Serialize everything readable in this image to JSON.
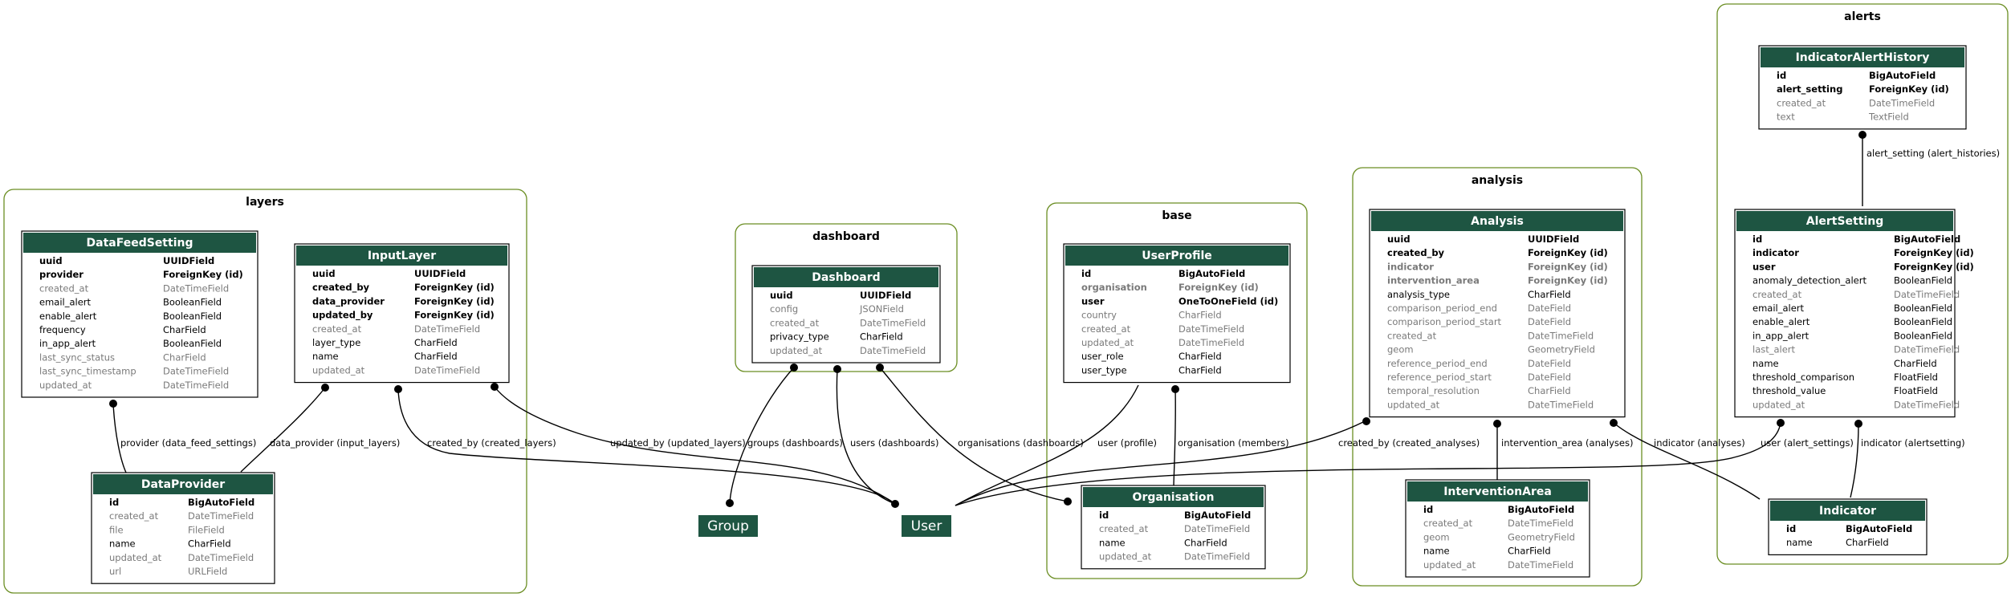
{
  "clusters": [
    {
      "title": "layers"
    },
    {
      "title": "dashboard"
    },
    {
      "title": "base"
    },
    {
      "title": "analysis"
    },
    {
      "title": "alerts"
    }
  ],
  "models": {
    "datafeedsetting": {
      "name": "DataFeedSetting",
      "fields": [
        {
          "n": "uuid",
          "t": "UUIDField",
          "s": "bold"
        },
        {
          "n": "provider",
          "t": "ForeignKey (id)",
          "s": "bold"
        },
        {
          "n": "created_at",
          "t": "DateTimeField",
          "s": "grey"
        },
        {
          "n": "email_alert",
          "t": "BooleanField",
          "s": "norm"
        },
        {
          "n": "enable_alert",
          "t": "BooleanField",
          "s": "norm"
        },
        {
          "n": "frequency",
          "t": "CharField",
          "s": "norm"
        },
        {
          "n": "in_app_alert",
          "t": "BooleanField",
          "s": "norm"
        },
        {
          "n": "last_sync_status",
          "t": "CharField",
          "s": "grey"
        },
        {
          "n": "last_sync_timestamp",
          "t": "DateTimeField",
          "s": "grey"
        },
        {
          "n": "updated_at",
          "t": "DateTimeField",
          "s": "grey"
        }
      ]
    },
    "inputlayer": {
      "name": "InputLayer",
      "fields": [
        {
          "n": "uuid",
          "t": "UUIDField",
          "s": "bold"
        },
        {
          "n": "created_by",
          "t": "ForeignKey (id)",
          "s": "bold"
        },
        {
          "n": "data_provider",
          "t": "ForeignKey (id)",
          "s": "bold"
        },
        {
          "n": "updated_by",
          "t": "ForeignKey (id)",
          "s": "bold"
        },
        {
          "n": "created_at",
          "t": "DateTimeField",
          "s": "grey"
        },
        {
          "n": "layer_type",
          "t": "CharField",
          "s": "norm"
        },
        {
          "n": "name",
          "t": "CharField",
          "s": "norm"
        },
        {
          "n": "updated_at",
          "t": "DateTimeField",
          "s": "grey"
        }
      ]
    },
    "dataprovider": {
      "name": "DataProvider",
      "fields": [
        {
          "n": "id",
          "t": "BigAutoField",
          "s": "bold"
        },
        {
          "n": "created_at",
          "t": "DateTimeField",
          "s": "grey"
        },
        {
          "n": "file",
          "t": "FileField",
          "s": "grey"
        },
        {
          "n": "name",
          "t": "CharField",
          "s": "norm"
        },
        {
          "n": "updated_at",
          "t": "DateTimeField",
          "s": "grey"
        },
        {
          "n": "url",
          "t": "URLField",
          "s": "grey"
        }
      ]
    },
    "dashboard": {
      "name": "Dashboard",
      "fields": [
        {
          "n": "uuid",
          "t": "UUIDField",
          "s": "bold"
        },
        {
          "n": "config",
          "t": "JSONField",
          "s": "grey"
        },
        {
          "n": "created_at",
          "t": "DateTimeField",
          "s": "grey"
        },
        {
          "n": "privacy_type",
          "t": "CharField",
          "s": "norm"
        },
        {
          "n": "updated_at",
          "t": "DateTimeField",
          "s": "grey"
        }
      ]
    },
    "userprofile": {
      "name": "UserProfile",
      "fields": [
        {
          "n": "id",
          "t": "BigAutoField",
          "s": "bold"
        },
        {
          "n": "organisation",
          "t": "ForeignKey (id)",
          "s": "greybold"
        },
        {
          "n": "user",
          "t": "OneToOneField (id)",
          "s": "bold"
        },
        {
          "n": "country",
          "t": "CharField",
          "s": "grey"
        },
        {
          "n": "created_at",
          "t": "DateTimeField",
          "s": "grey"
        },
        {
          "n": "updated_at",
          "t": "DateTimeField",
          "s": "grey"
        },
        {
          "n": "user_role",
          "t": "CharField",
          "s": "norm"
        },
        {
          "n": "user_type",
          "t": "CharField",
          "s": "norm"
        }
      ]
    },
    "organisation": {
      "name": "Organisation",
      "fields": [
        {
          "n": "id",
          "t": "BigAutoField",
          "s": "bold"
        },
        {
          "n": "created_at",
          "t": "DateTimeField",
          "s": "grey"
        },
        {
          "n": "name",
          "t": "CharField",
          "s": "norm"
        },
        {
          "n": "updated_at",
          "t": "DateTimeField",
          "s": "grey"
        }
      ]
    },
    "analysis": {
      "name": "Analysis",
      "fields": [
        {
          "n": "uuid",
          "t": "UUIDField",
          "s": "bold"
        },
        {
          "n": "created_by",
          "t": "ForeignKey (id)",
          "s": "bold"
        },
        {
          "n": "indicator",
          "t": "ForeignKey (id)",
          "s": "greybold"
        },
        {
          "n": "intervention_area",
          "t": "ForeignKey (id)",
          "s": "greybold"
        },
        {
          "n": "analysis_type",
          "t": "CharField",
          "s": "norm"
        },
        {
          "n": "comparison_period_end",
          "t": "DateField",
          "s": "grey"
        },
        {
          "n": "comparison_period_start",
          "t": "DateField",
          "s": "grey"
        },
        {
          "n": "created_at",
          "t": "DateTimeField",
          "s": "grey"
        },
        {
          "n": "geom",
          "t": "GeometryField",
          "s": "grey"
        },
        {
          "n": "reference_period_end",
          "t": "DateField",
          "s": "grey"
        },
        {
          "n": "reference_period_start",
          "t": "DateField",
          "s": "grey"
        },
        {
          "n": "temporal_resolution",
          "t": "CharField",
          "s": "grey"
        },
        {
          "n": "updated_at",
          "t": "DateTimeField",
          "s": "grey"
        }
      ]
    },
    "interventionarea": {
      "name": "InterventionArea",
      "fields": [
        {
          "n": "id",
          "t": "BigAutoField",
          "s": "bold"
        },
        {
          "n": "created_at",
          "t": "DateTimeField",
          "s": "grey"
        },
        {
          "n": "geom",
          "t": "GeometryField",
          "s": "grey"
        },
        {
          "n": "name",
          "t": "CharField",
          "s": "norm"
        },
        {
          "n": "updated_at",
          "t": "DateTimeField",
          "s": "grey"
        }
      ]
    },
    "indicatoralerthistory": {
      "name": "IndicatorAlertHistory",
      "fields": [
        {
          "n": "id",
          "t": "BigAutoField",
          "s": "bold"
        },
        {
          "n": "alert_setting",
          "t": "ForeignKey (id)",
          "s": "bold"
        },
        {
          "n": "created_at",
          "t": "DateTimeField",
          "s": "grey"
        },
        {
          "n": "text",
          "t": "TextField",
          "s": "grey"
        }
      ]
    },
    "alertsetting": {
      "name": "AlertSetting",
      "fields": [
        {
          "n": "id",
          "t": "BigAutoField",
          "s": "bold"
        },
        {
          "n": "indicator",
          "t": "ForeignKey (id)",
          "s": "bold"
        },
        {
          "n": "user",
          "t": "ForeignKey (id)",
          "s": "bold"
        },
        {
          "n": "anomaly_detection_alert",
          "t": "BooleanField",
          "s": "norm"
        },
        {
          "n": "created_at",
          "t": "DateTimeField",
          "s": "grey"
        },
        {
          "n": "email_alert",
          "t": "BooleanField",
          "s": "norm"
        },
        {
          "n": "enable_alert",
          "t": "BooleanField",
          "s": "norm"
        },
        {
          "n": "in_app_alert",
          "t": "BooleanField",
          "s": "norm"
        },
        {
          "n": "last_alert",
          "t": "DateTimeField",
          "s": "grey"
        },
        {
          "n": "name",
          "t": "CharField",
          "s": "norm"
        },
        {
          "n": "threshold_comparison",
          "t": "FloatField",
          "s": "norm"
        },
        {
          "n": "threshold_value",
          "t": "FloatField",
          "s": "norm"
        },
        {
          "n": "updated_at",
          "t": "DateTimeField",
          "s": "grey"
        }
      ]
    },
    "indicator": {
      "name": "Indicator",
      "fields": [
        {
          "n": "id",
          "t": "BigAutoField",
          "s": "bold"
        },
        {
          "n": "name",
          "t": "CharField",
          "s": "norm"
        }
      ]
    }
  },
  "external": {
    "group": {
      "name": "Group"
    },
    "user": {
      "name": "User"
    }
  },
  "relations": [
    {
      "key": "provider",
      "label": "provider (data_feed_settings)"
    },
    {
      "key": "data_provider",
      "label": "data_provider (input_layers)"
    },
    {
      "key": "created_by_layers",
      "label": "created_by (created_layers)"
    },
    {
      "key": "updated_by_layers",
      "label": "updated_by (updated_layers)"
    },
    {
      "key": "groups",
      "label": "groups (dashboards)"
    },
    {
      "key": "users",
      "label": "users (dashboards)"
    },
    {
      "key": "organisations",
      "label": "organisations (dashboards)"
    },
    {
      "key": "user_profile",
      "label": "user (profile)"
    },
    {
      "key": "org_members",
      "label": "organisation (members)"
    },
    {
      "key": "created_by_analyses",
      "label": "created_by (created_analyses)"
    },
    {
      "key": "intervention_area",
      "label": "intervention_area (analyses)"
    },
    {
      "key": "indicator_analyses",
      "label": "indicator (analyses)"
    },
    {
      "key": "user_alert",
      "label": "user (alert_settings)"
    },
    {
      "key": "indicator_alert",
      "label": "indicator (alertsetting)"
    },
    {
      "key": "alert_history",
      "label": "alert_setting (alert_histories)"
    }
  ]
}
